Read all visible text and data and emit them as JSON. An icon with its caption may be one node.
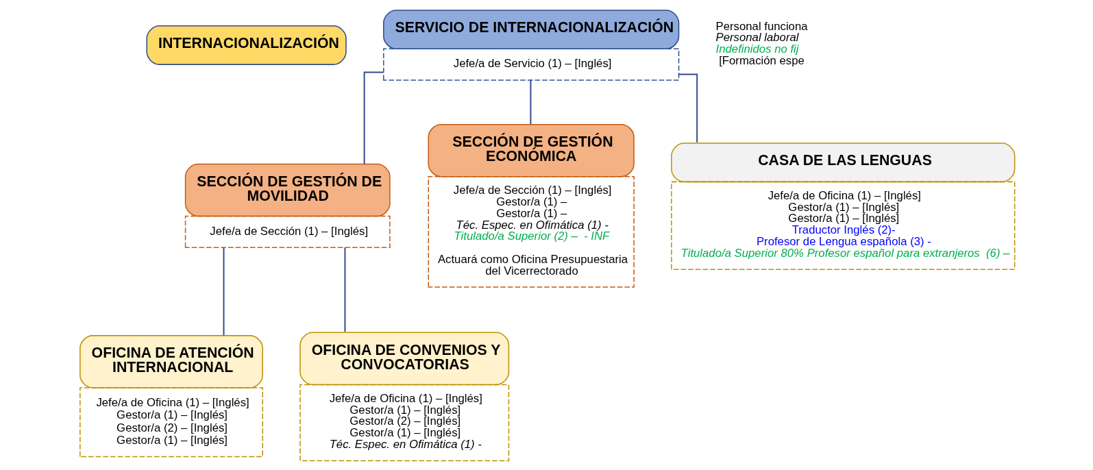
{
  "diagram": {
    "nodes": [
      {
        "text": [
          "INTERNACIONALIZACIÓN"
        ]
      },
      {
        "text": [
          "SERVICIO DE INTERNACIONALIZACIÓN",
          "Jefe/a de Servicio (1) – [Inglés]"
        ]
      },
      {
        "text": [
          "SECCIÓN DE GESTIÓN DE MOVILIDAD",
          "Jefe/a de Sección (1) – [Inglés]"
        ]
      },
      {
        "text": [
          "SECCIÓN DE GESTIÓN ECONÓMICA",
          "Jefe/a de Sección (1) – [Inglés]",
          "Gestor/a (1) –",
          "Gestor/a (1) –",
          "Téc. Espec. en Ofimática (1) -",
          "Titulado/a Superior (2) –  - INF",
          "Actuará como Oficina Presupuestaria del Vicerrectorado"
        ]
      },
      {
        "text": [
          "CASA DE LAS LENGUAS",
          "Jefe/a de Oficina (1) – [Inglés]",
          "Gestor/a (1) – [Inglés]",
          "Gestor/a (1) – [Inglés]",
          "Traductor Inglés (2)-",
          "Profesor de Lengua española (3) -",
          "Titulado/a Superior 80% Profesor español para extranjeros  (6) –"
        ]
      },
      {
        "text": [
          "OFICINA DE ATENCIÓN INTERNACIONAL",
          "Jefe/a de Oficina (1) – [Inglés]",
          "Gestor/a (1) – [Inglés]",
          "Gestor/a (2) – [Inglés]",
          "Gestor/a (1) – [Inglés]"
        ]
      },
      {
        "text": [
          "OFICINA DE CONVENIOS Y CONVOCATORIAS",
          "Jefe/a de Oficina (1) – [Inglés]",
          "Gestor/a (1) – [Inglés]",
          "Gestor/a (2) – [Inglés]",
          "Gestor/a (1) – [Inglés]",
          "Téc. Espec. en Ofimática (1) -"
        ]
      }
    ],
    "edges": [
      {
        "from": 1,
        "to": 2,
        "arrow": "none"
      },
      {
        "from": 1,
        "to": 3,
        "arrow": "none"
      },
      {
        "from": 1,
        "to": 4,
        "arrow": "none"
      },
      {
        "from": 2,
        "to": 5,
        "arrow": "none"
      },
      {
        "from": 2,
        "to": 6,
        "arrow": "none"
      }
    ],
    "labels": [
      "Personal funciona",
      "Personal laboral",
      "Indefinidos no fij",
      "[Formación espe"
    ]
  }
}
